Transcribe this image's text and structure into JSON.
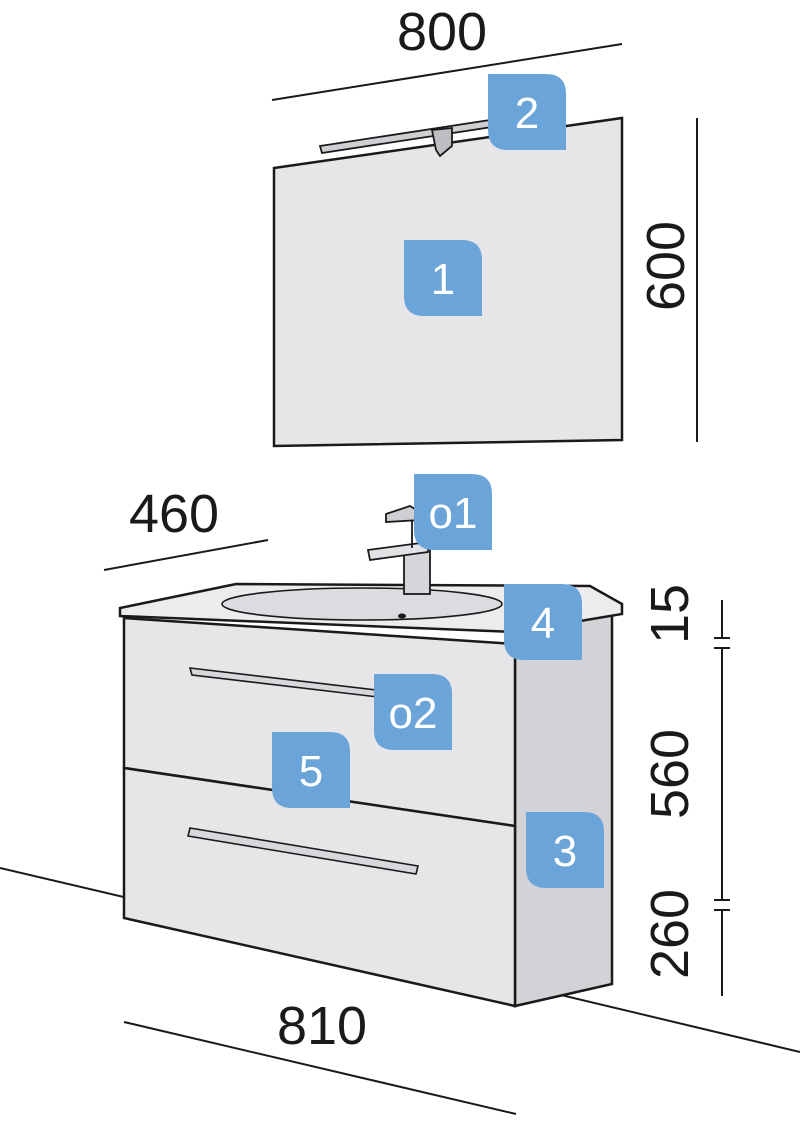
{
  "colors": {
    "badge": "#6aa4d9",
    "badge_text": "#ffffff",
    "panel": "#e6e6e9",
    "panel_side": "#d3d3d7",
    "outline": "#1a1a1a",
    "text": "#1a1a1a"
  },
  "dimensions": {
    "mirror_width": "800",
    "mirror_height": "600",
    "cabinet_depth": "460",
    "basin_thickness": "15",
    "cabinet_height": "560",
    "floor_clearance": "260",
    "basin_width": "810"
  },
  "badges": {
    "mirror": "1",
    "lamp": "2",
    "side_panel": "3",
    "basin": "4",
    "cabinet": "5",
    "tap_option": "o1",
    "handle_option": "o2"
  },
  "icons": {
    "lamp": "led-lamp-icon",
    "tap": "faucet-icon"
  }
}
